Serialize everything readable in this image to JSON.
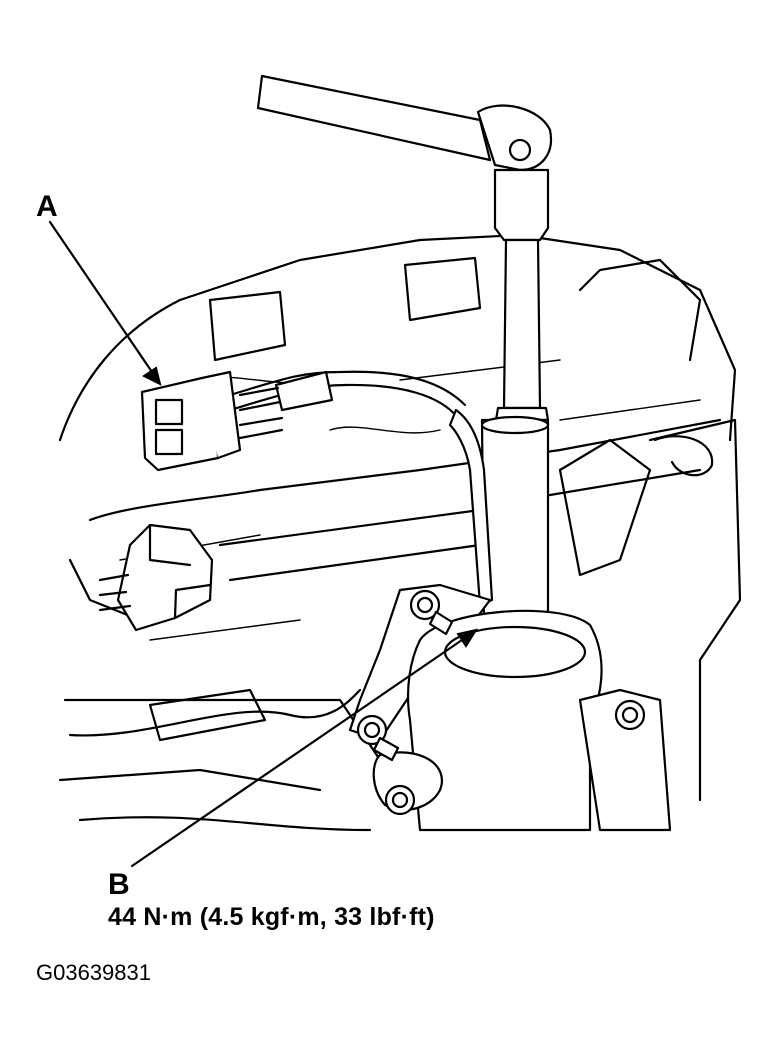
{
  "labels": {
    "a": "A",
    "b": "B",
    "torque_spec": "44 N·m (4.5 kgf·m, 33 lbf·ft)",
    "figure_id": "G03639831"
  },
  "colors": {
    "line": "#000000",
    "background": "#ffffff"
  }
}
